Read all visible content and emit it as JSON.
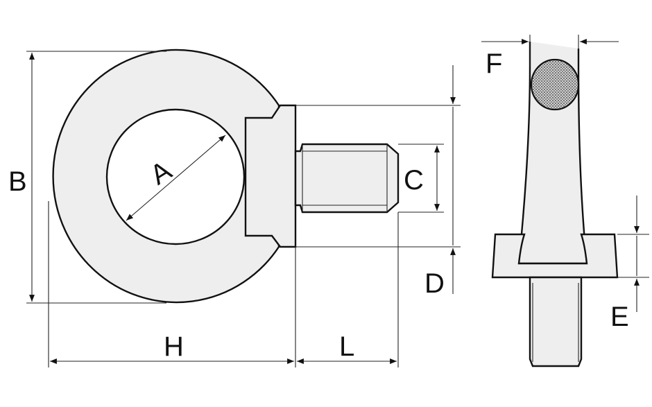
{
  "labels": {
    "A": "A",
    "B": "B",
    "C": "C",
    "D": "D",
    "E": "E",
    "F": "F",
    "H": "H",
    "L": "L"
  },
  "colors": {
    "line": "#111111",
    "fill": "#eeeeee",
    "background": "#ffffff"
  }
}
